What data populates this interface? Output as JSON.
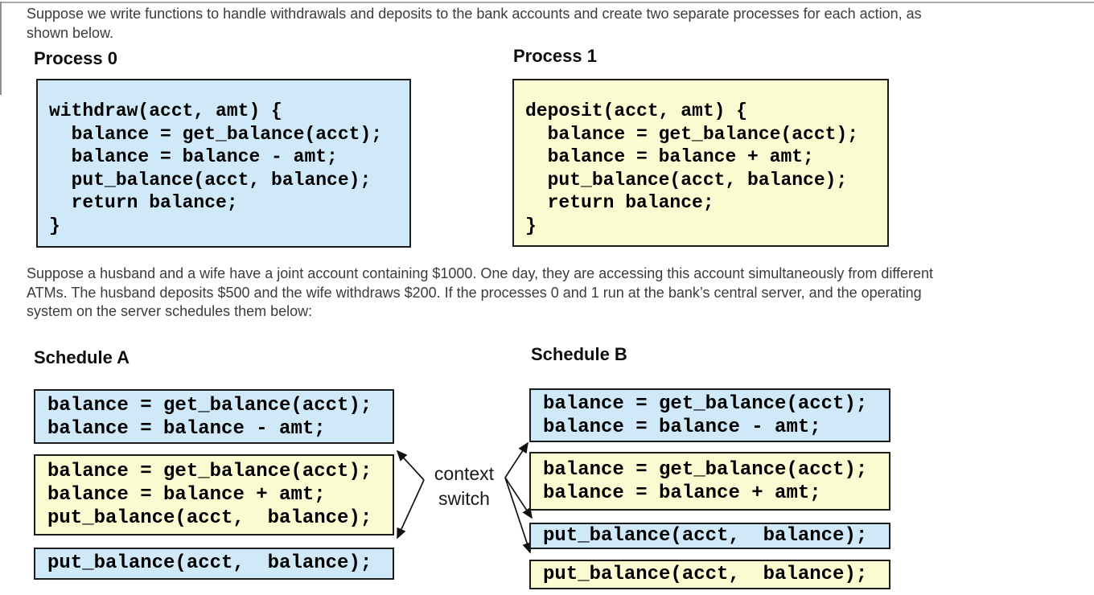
{
  "intro": {
    "line1": "Suppose we write functions to handle withdrawals and deposits to the bank accounts and create two separate processes for each action, as",
    "line2": "shown below."
  },
  "process0": {
    "title": "Process 0",
    "code": [
      "withdraw(acct, amt) {",
      "  balance = get_balance(acct);",
      "  balance = balance - amt;",
      "  put_balance(acct, balance);",
      "  return balance;",
      "}"
    ]
  },
  "process1": {
    "title": "Process 1",
    "code": [
      "deposit(acct, amt) {",
      "  balance = get_balance(acct);",
      "  balance = balance + amt;",
      "  put_balance(acct, balance);",
      "  return balance;",
      "}"
    ]
  },
  "narrative": {
    "line1": "Suppose a husband and a wife have a joint account containing $1000. One day, they are accessing this account simultaneously from different",
    "line2": "ATMs. The husband deposits $500 and the wife withdraws $200. If the processes 0 and 1 run at the bank’s central server, and the operating",
    "line3": "system on the server schedules them below:"
  },
  "scheduleA": {
    "title": "Schedule A",
    "blocks": [
      {
        "color": "blue",
        "lines": [
          "balance = get_balance(acct);",
          "balance = balance - amt;"
        ]
      },
      {
        "color": "yellow",
        "lines": [
          "balance = get_balance(acct);",
          "balance = balance + amt;",
          "put_balance(acct,  balance);"
        ]
      },
      {
        "color": "blue",
        "lines": [
          "put_balance(acct,  balance);"
        ]
      }
    ]
  },
  "scheduleB": {
    "title": "Schedule B",
    "blocks": [
      {
        "color": "blue",
        "lines": [
          "balance = get_balance(acct);",
          "balance = balance - amt;"
        ]
      },
      {
        "color": "yellow",
        "lines": [
          "balance = get_balance(acct);",
          "balance = balance + amt;"
        ]
      },
      {
        "color": "blue",
        "lines": [
          "put_balance(acct,  balance);"
        ]
      },
      {
        "color": "yellow",
        "lines": [
          "put_balance(acct,  balance);"
        ]
      }
    ]
  },
  "context_switch": {
    "line1": "context",
    "line2": "switch"
  },
  "colors": {
    "process_box_blue": "#cfe9f8",
    "process_box_yellow": "#fbfbd2",
    "box_border": "#1c1c1c",
    "top_rule": "#a9a9a9",
    "body_text": "#3c3c3c"
  }
}
